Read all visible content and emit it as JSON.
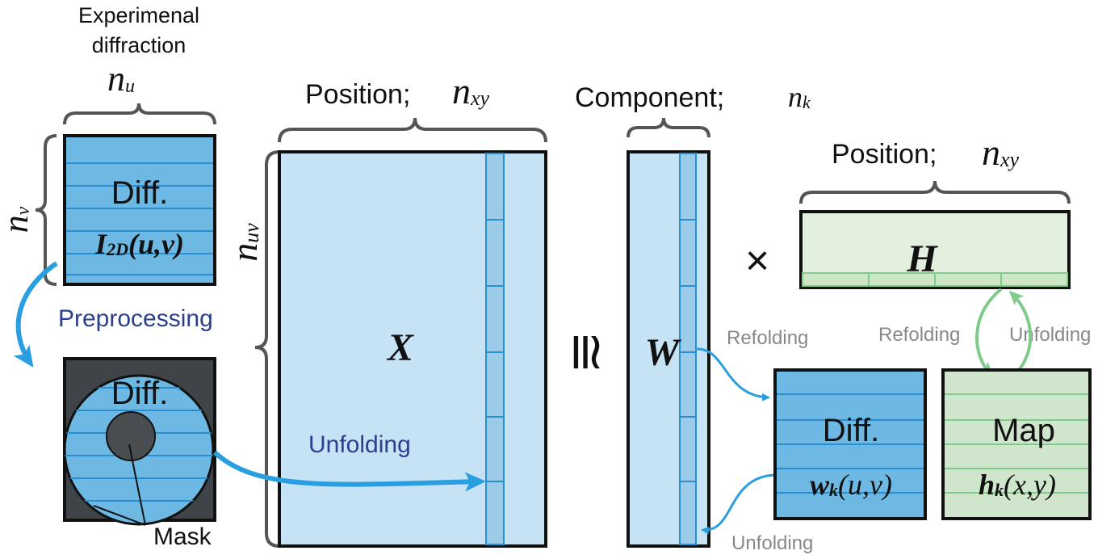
{
  "labels": {
    "exp_title_line1": "Experimenal",
    "exp_title_line2": "diffraction",
    "n_u": "n",
    "n_u_sub": "u",
    "n_v": "n",
    "n_v_sub": "v",
    "diff_top": "Diff.",
    "i2d_main": "I",
    "i2d_sub": "2D",
    "i2d_args": "(u,v)",
    "preprocessing": "Preprocessing",
    "diff_masked": "Diff.",
    "mask": "Mask",
    "position_x": "Position;",
    "n_xy_x_main": "n",
    "n_xy_x_sub": "xy",
    "n_uv_main": "n",
    "n_uv_sub": "uv",
    "matrix_x": "X",
    "unfolding_x": "Unfolding",
    "approx": "≅",
    "component": "Component;",
    "n_k_main": "n",
    "n_k_sub": "k",
    "matrix_w": "W",
    "refolding_w": "Refolding",
    "unfolding_w": "Unfolding",
    "times": "×",
    "position_h": "Position;",
    "n_xy_h_main": "n",
    "n_xy_h_sub": "xy",
    "matrix_h": "H",
    "refolding_h": "Refolding",
    "unfolding_h": "Unfolding",
    "diff_w": "Diff.",
    "wk_main": "w",
    "wk_sub": "k",
    "wk_args": "(u,v)",
    "map": "Map",
    "hk_main": "h",
    "hk_sub": "k",
    "hk_args": "(x,y)"
  },
  "colors": {
    "diff_blue": "#6eb9e3",
    "diff_line": "#2a8fd2",
    "matrix_blue": "#c5e3f5",
    "column_blue": "#9ccbea",
    "map_green": "#cfe5cc",
    "h_green": "#e3f0df",
    "h_row": "#cce6c6",
    "green_line": "#7fcb8b",
    "arrow_blue": "#2a9fe0",
    "arrow_green": "#7fcb8b",
    "text_blue": "#2b3f8f",
    "text_gray": "#888888",
    "mask_dark": "#3f4448",
    "mask_center": "#4a4d50",
    "black": "#111111"
  }
}
